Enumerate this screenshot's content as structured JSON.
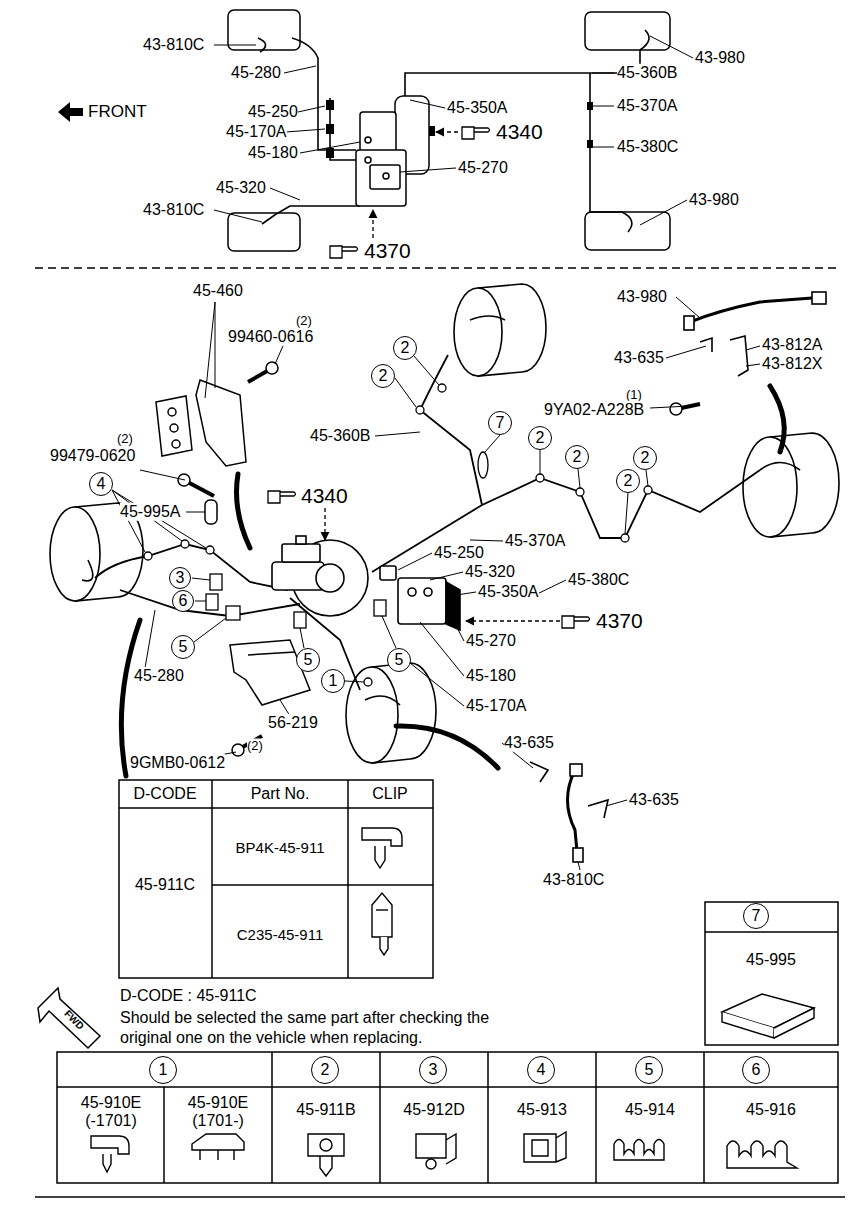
{
  "diagram": {
    "nodes": [
      {
        "text": [
          "2"
        ]
      },
      {
        "text": [
          "2"
        ]
      },
      {
        "text": [
          "7"
        ]
      },
      {
        "text": [
          "2"
        ]
      },
      {
        "text": [
          "2"
        ]
      },
      {
        "text": [
          "2"
        ]
      },
      {
        "text": [
          "2"
        ]
      },
      {
        "text": [
          "4"
        ]
      },
      {
        "text": [
          "3"
        ]
      },
      {
        "text": [
          "6"
        ]
      },
      {
        "text": [
          "5"
        ]
      },
      {
        "text": [
          "5"
        ]
      },
      {
        "text": [
          "5"
        ]
      },
      {
        "text": [
          "1"
        ]
      },
      {
        "text": [
          "7"
        ]
      },
      {
        "text": [
          "1"
        ]
      },
      {
        "text": [
          "2"
        ]
      },
      {
        "text": [
          "3"
        ]
      },
      {
        "text": [
          "4"
        ]
      },
      {
        "text": [
          "5"
        ]
      },
      {
        "text": [
          "6"
        ]
      }
    ],
    "labels": [
      "43-810C",
      "45-280",
      "43-980",
      "45-360B",
      "FRONT",
      "45-250",
      "45-350A",
      "45-370A",
      "45-170A",
      "4340",
      "45-180",
      "45-380C",
      "45-270",
      "45-320",
      "43-810C",
      "43-980",
      "4370",
      "45-460",
      "(2)",
      "99460-0616",
      "43-980",
      "43-812A",
      "43-635",
      "43-812X",
      "(1)",
      "9YA02-A228B",
      "(2)",
      "99479-0620",
      "45-360B",
      "4340",
      "45-995A",
      "45-370A",
      "45-250",
      "45-320",
      "45-380C",
      "45-350A",
      "4370",
      "45-270",
      "45-180",
      "45-280",
      "45-170A",
      "56-219",
      "43-635",
      "(2)",
      "9GMB0-0612",
      "D-CODE",
      "Part No.",
      "CLIP",
      "BP4K-45-911",
      "45-911C",
      "C235-45-911",
      "43-635",
      "43-810C",
      "45-995",
      "FWD",
      "D-CODE : 45-911C",
      "Should be selected the same part after checking the original one on the vehicle when replacing.",
      "45-910E",
      "(-1701)",
      "45-910E",
      "(1701-)",
      "45-911B",
      "45-912D",
      "45-913",
      "45-914",
      "45-916"
    ]
  }
}
